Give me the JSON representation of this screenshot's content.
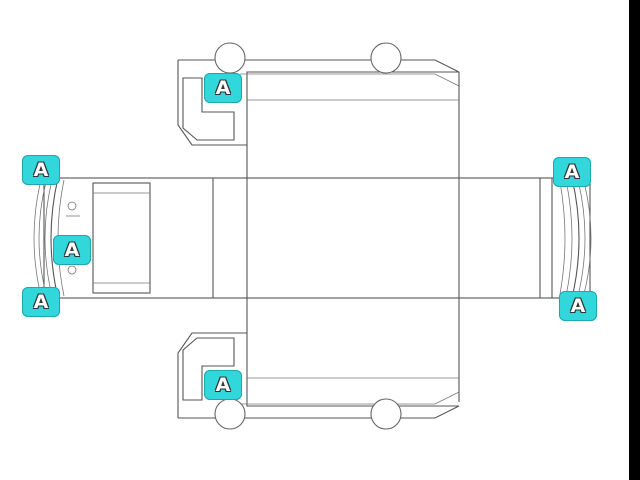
{
  "diagram": {
    "markers": [
      {
        "id": "cab-top",
        "label": "A"
      },
      {
        "id": "cab-bottom",
        "label": "A"
      },
      {
        "id": "front-top",
        "label": "A"
      },
      {
        "id": "front-middle",
        "label": "A"
      },
      {
        "id": "front-bottom",
        "label": "A"
      },
      {
        "id": "rear-top",
        "label": "A"
      },
      {
        "id": "rear-bottom",
        "label": "A"
      }
    ],
    "colors": {
      "marker_fill": "#32d7dc",
      "line": "#555555",
      "background": "#ffffff",
      "edge_bar": "#000000"
    }
  }
}
